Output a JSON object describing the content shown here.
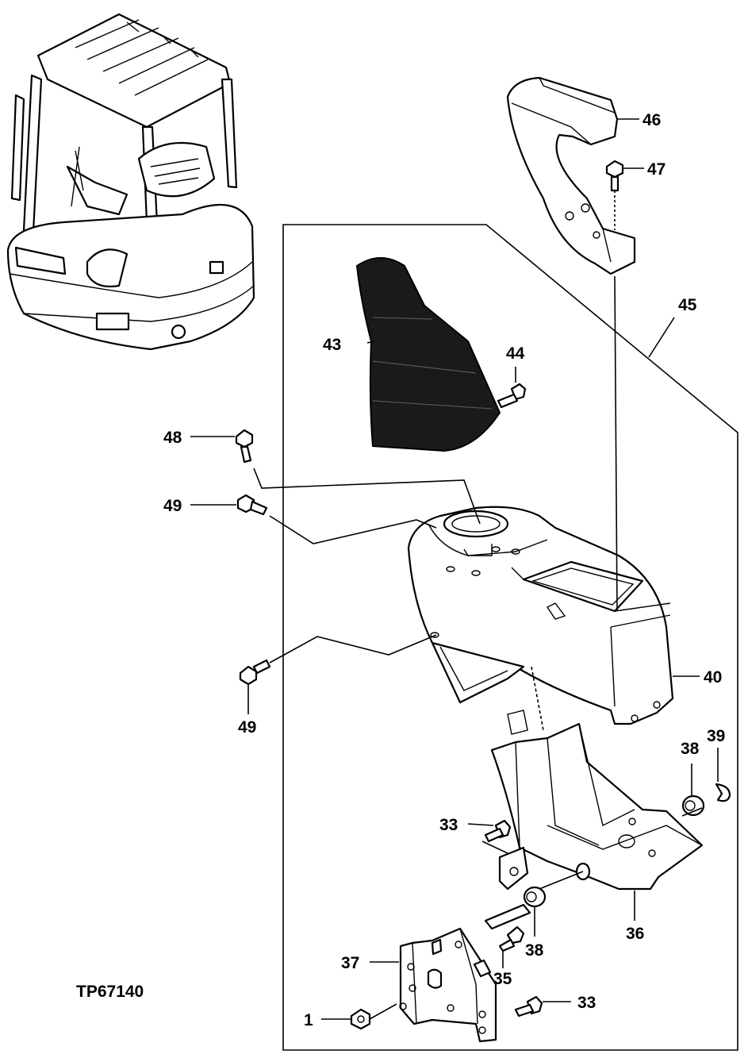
{
  "figure_id": "TP67140",
  "callouts": [
    {
      "id": "c46",
      "text": "46"
    },
    {
      "id": "c47",
      "text": "47"
    },
    {
      "id": "c45",
      "text": "45"
    },
    {
      "id": "c43",
      "text": "43"
    },
    {
      "id": "c44",
      "text": "44"
    },
    {
      "id": "c48",
      "text": "48"
    },
    {
      "id": "c49a",
      "text": "49"
    },
    {
      "id": "c40",
      "text": "40"
    },
    {
      "id": "c49b",
      "text": "49"
    },
    {
      "id": "c38a",
      "text": "38"
    },
    {
      "id": "c39",
      "text": "39"
    },
    {
      "id": "c33a",
      "text": "33"
    },
    {
      "id": "c36",
      "text": "36"
    },
    {
      "id": "c38b",
      "text": "38"
    },
    {
      "id": "c35",
      "text": "35"
    },
    {
      "id": "c37",
      "text": "37"
    },
    {
      "id": "c33b",
      "text": "33"
    },
    {
      "id": "c1",
      "text": "1"
    }
  ]
}
